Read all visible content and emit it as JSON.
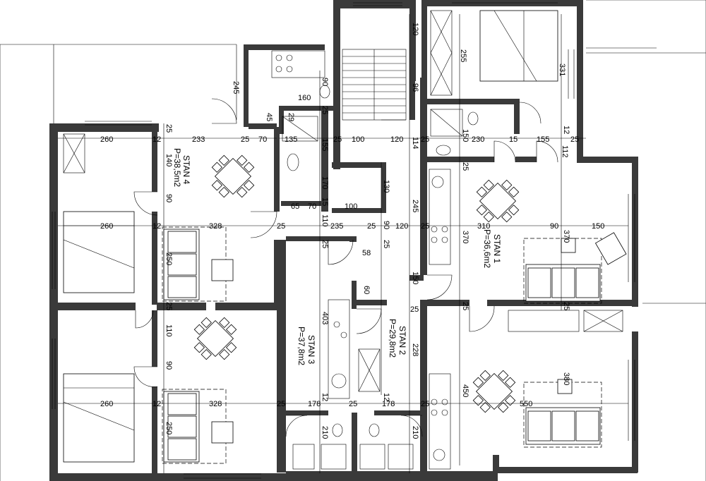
{
  "apartments": [
    {
      "id": "stan4",
      "name": "STAN  4",
      "area": "P=38,5m2"
    },
    {
      "id": "stan1",
      "name": "STAN  1",
      "area": "P=36,6m2"
    },
    {
      "id": "stan3",
      "name": "STAN  3",
      "area": "P=37,8m2"
    },
    {
      "id": "stan2",
      "name": "STAN  2",
      "area": "P=29,8m2"
    }
  ],
  "dimensions": {
    "d120a": "120",
    "d96": "96",
    "d255": "255",
    "d331": "331",
    "d245a": "245",
    "d160": "160",
    "d90a": "90",
    "d45": "45",
    "d29": "29",
    "d25a": "25",
    "d260a": "260",
    "d12a": "12",
    "d233": "233",
    "d25b": "25",
    "d70a": "70",
    "d135": "135",
    "d155a": "155",
    "d25c": "25",
    "d100a": "100",
    "d120b": "120",
    "d114": "114",
    "d25d": "25",
    "d150a": "150",
    "d230": "230",
    "d15": "15",
    "d155b": "155",
    "d12b": "12",
    "d25e": "25",
    "d112": "112",
    "d25f": "25",
    "d140": "140",
    "d90b": "90",
    "d170": "170",
    "d15b": "15",
    "d130": "130",
    "d65": "65",
    "d70b": "70",
    "d100b": "100",
    "d245b": "245",
    "d260b": "260",
    "d12c": "12",
    "d328a": "328",
    "d25g": "25",
    "d110a": "110",
    "d235": "235",
    "d25h": "25",
    "d90c": "90",
    "d120c": "120",
    "d25i": "25",
    "d310": "310",
    "d90d": "90",
    "d150b": "150",
    "d370a": "370",
    "d370b": "370",
    "d250a": "250",
    "d25j": "25",
    "d58": "58",
    "d25k": "25",
    "d150c": "150",
    "d60": "60",
    "d25l": "25",
    "d25m": "25",
    "d25n": "25",
    "d25o": "25",
    "d110b": "110",
    "d403": "403",
    "d228": "228",
    "d90e": "90",
    "d260c": "260",
    "d12d": "12",
    "d328b": "328",
    "d25p": "25",
    "d12e": "12",
    "d178a": "178",
    "d25q": "25",
    "d178b": "178",
    "d12f": "12",
    "d25r": "25",
    "d450": "450",
    "d380": "380",
    "d550": "550",
    "d250b": "250",
    "d210a": "210",
    "d210b": "210"
  }
}
